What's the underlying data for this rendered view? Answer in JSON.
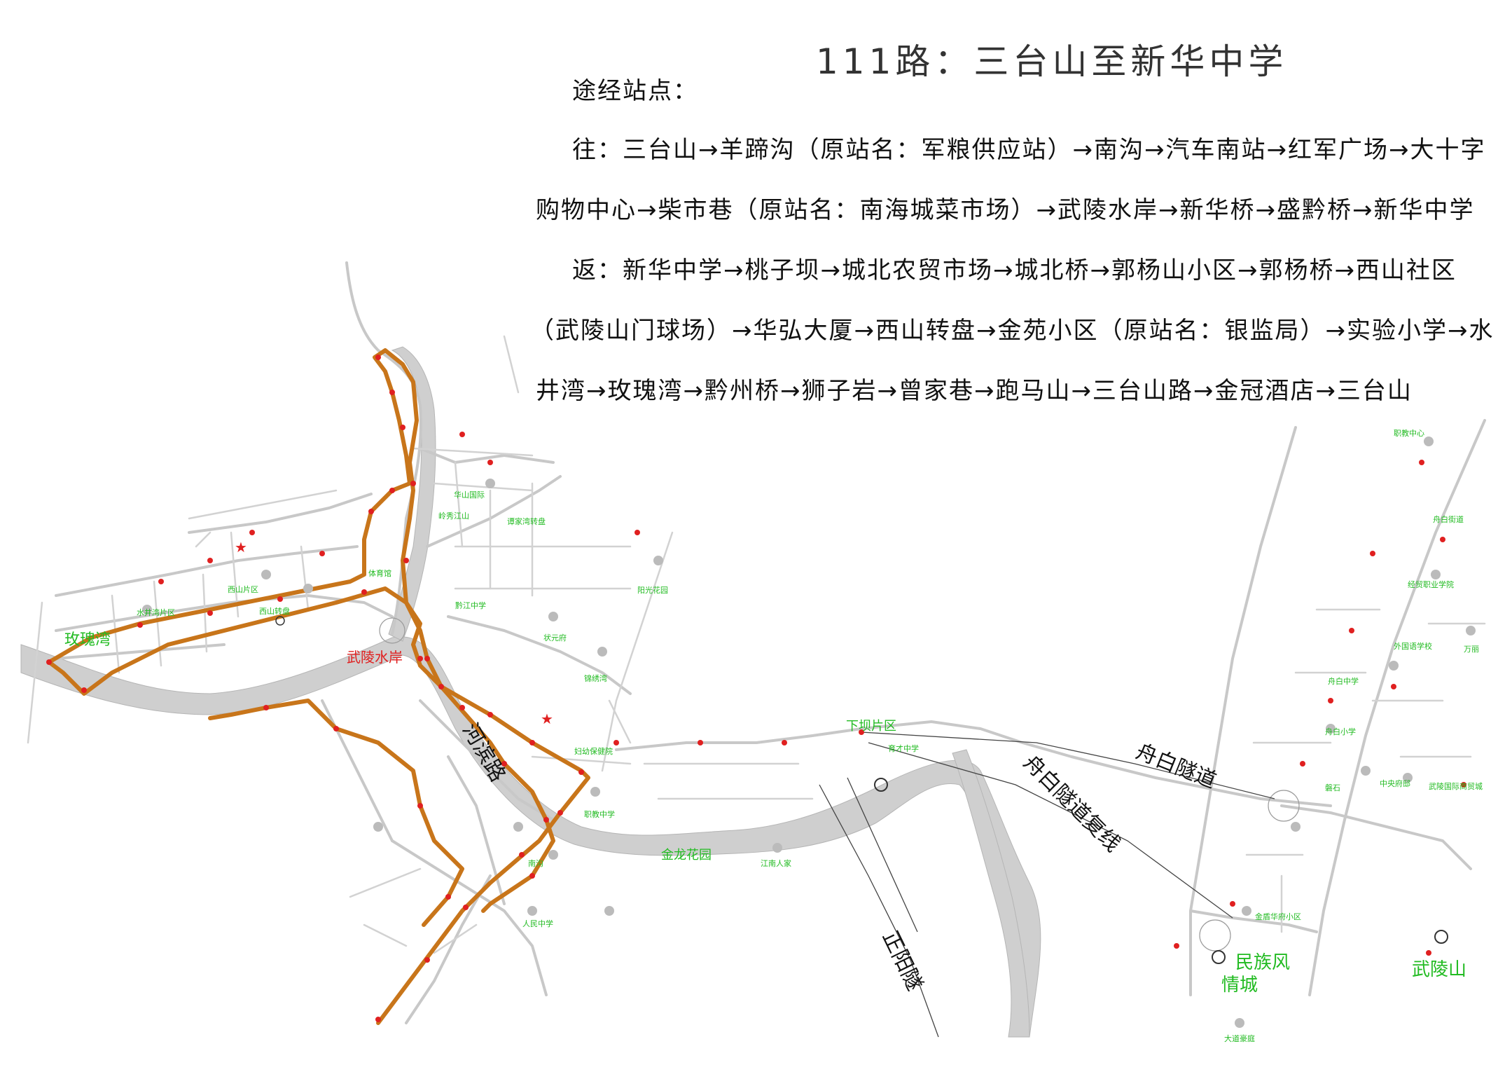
{
  "title": "111路：三台山至新华中学",
  "intro": "途经站点：",
  "route_lines": [
    "往：三台山→羊蹄沟（原站名：军粮供应站）→南沟→汽车南站→红军广场→大十字",
    "购物中心→柴市巷（原站名：南海城菜市场）→武陵水岸→新华桥→盛黔桥→新华中学",
    "返：新华中学→桃子坝→城北农贸市场→城北桥→郭杨山小区→郭杨桥→西山社区",
    "（武陵山门球场）→华弘大厦→西山转盘→金苑小区（原站名：银监局）→实验小学→水",
    "井湾→玫瑰湾→黔州桥→狮子岩→曾家巷→跑马山→三台山路→金冠酒店→三台山"
  ],
  "map_labels": {
    "district_meigui": "玫瑰湾",
    "shuijingwan": "水井湾片区",
    "xishan": "西山片区",
    "xishan_zhuanpan": "西山转盘",
    "tiyuguan": "体育馆",
    "wuling_shuian": "武陵水岸",
    "qianjiang_zhongxue": "黔江中学",
    "yangguang_huayuan": "阳光花园",
    "zhuangyuanfu": "状元府",
    "jinxiuwan": "锦绣湾",
    "xiaba": "下坝片区",
    "fuyou": "妇幼保健院",
    "zhijiao": "职教中学",
    "jinlong": "金龙花园",
    "nangou": "南沟",
    "renmin": "人民中学",
    "jiangnan_renjia": "江南人家",
    "huashan": "华山国际",
    "lingxiu": "岭秀江山",
    "tanjiawan": "谭家湾转盘",
    "zhijiao_center": "职教中心",
    "zhoubai_jie": "舟白街道",
    "jingmao": "经贸职业学院",
    "waiguoyu": "外国语学校",
    "wanli": "万丽",
    "zhoubai_zhongxue": "舟白中学",
    "zhoubai_xiaoxue": "舟白小学",
    "zhongyang": "中央府邸",
    "wuling_guoji": "武陵国际商贸城",
    "panshi": "磐石",
    "jinqiao": "金盾华府小区",
    "minzufeng": "民族风",
    "qingcheng": "情城",
    "wulingshan": "武陵山",
    "dadao": "大道豪庭",
    "yucai": "育才中学",
    "hedong": "河滨路",
    "tunnel_zhoubai": "舟白隧道",
    "tunnel_zhoubai_fu": "舟白隧道复线",
    "tunnel_zhengyang": "正阳隧"
  },
  "colors": {
    "route": "#c8751a",
    "road": "#c8c8c8",
    "river": "#cfcfcf",
    "stop": "#e02020",
    "label": "#22bb22"
  }
}
